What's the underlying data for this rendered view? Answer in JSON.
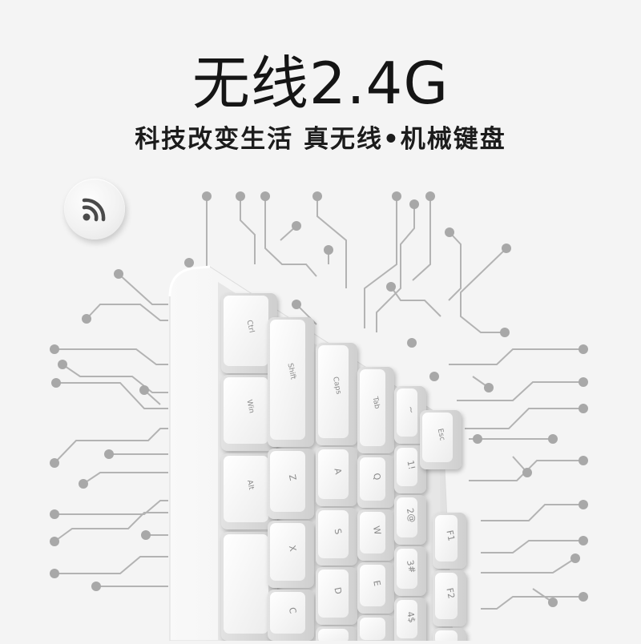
{
  "headline": "无线2.4G",
  "subline": "科技改变生活 真无线•机械键盘",
  "icons": {
    "badge": "wireless-signal-icon"
  },
  "colors": {
    "background": "#f4f4f4",
    "circuit": "#b3b3b3",
    "node": "#a8a8a8",
    "keycap": "#f7f7f7",
    "legend": "#8a8a8a"
  },
  "keyboard": {
    "legends": [
      "Ctrl",
      "Win",
      "Alt",
      "Shift",
      "Z",
      "X",
      "C",
      "Caps",
      "A",
      "S",
      "D",
      "Tab",
      "Q",
      "W",
      "E",
      "~",
      "1!",
      "2@",
      "3#",
      "4$",
      "Esc",
      "F1",
      "F2"
    ]
  }
}
